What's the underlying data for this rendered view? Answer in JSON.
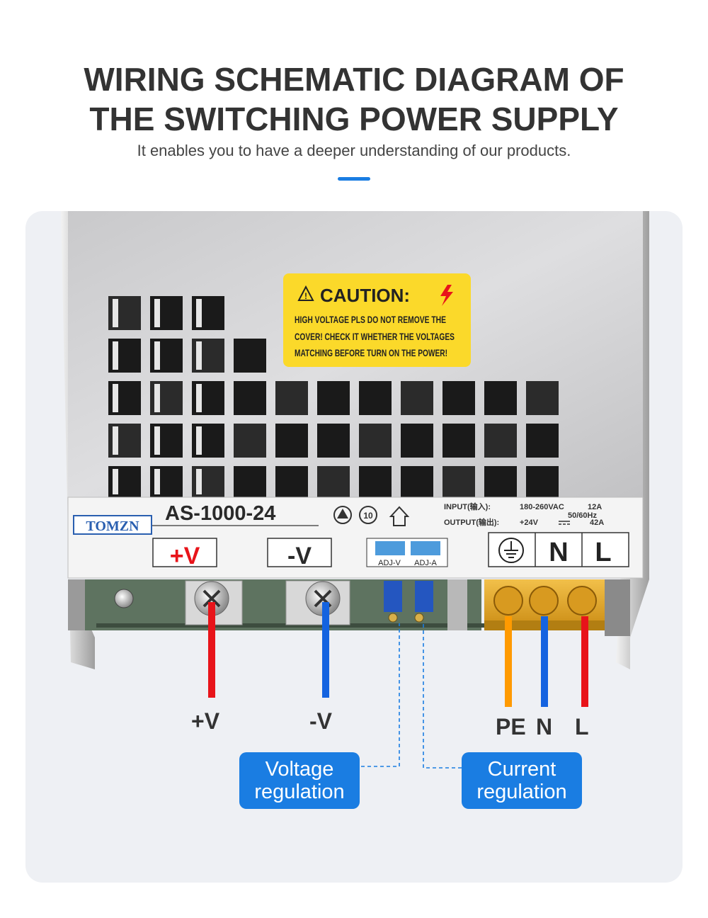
{
  "header": {
    "title_line1": "WIRING SCHEMATIC DIAGRAM OF",
    "title_line2": "THE SWITCHING POWER SUPPLY",
    "subtitle": "It enables you to have a deeper understanding of our products."
  },
  "caution": {
    "heading": "CAUTION:",
    "line1": "HIGH VOLTAGE PLS DO NOT REMOVE THE",
    "line2": "COVER! CHECK IT WHETHER THE VOLTAGES",
    "line3": "MATCHING BEFORE TURN ON THE POWER!"
  },
  "label_plate": {
    "brand": "TOMZN",
    "model": "AS-1000-24",
    "input_label": "INPUT(输入):",
    "input_value": "180-260VAC",
    "input_current": "12A",
    "frequency": "50/60Hz",
    "output_label": "OUTPUT(输出):",
    "output_value": "+24V",
    "output_current": "42A"
  },
  "terminals": {
    "plus_v": "+V",
    "minus_v": "-V",
    "adj_v": "ADJ-V",
    "adj_a": "ADJ-A",
    "n": "N",
    "l": "L"
  },
  "wires": [
    {
      "label": "+V",
      "color": "#e8141a"
    },
    {
      "label": "-V",
      "color": "#1463e0"
    },
    {
      "label": "PE",
      "color": "#ff9a00"
    },
    {
      "label": "N",
      "color": "#1463e0"
    },
    {
      "label": "L",
      "color": "#e8141a"
    }
  ],
  "callouts": {
    "voltage": "Voltage regulation",
    "current": "Current regulation",
    "color": "#1a7de2"
  }
}
